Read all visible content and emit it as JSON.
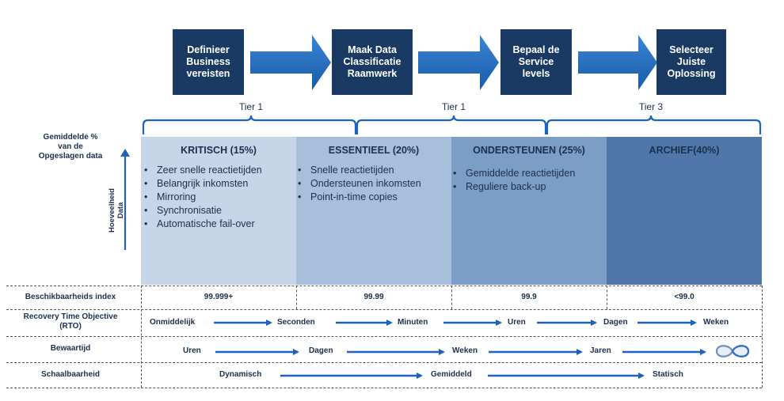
{
  "steps": [
    {
      "label": "Definieer\nBusiness\nvereisten"
    },
    {
      "label": "Maak Data\nClassificatie\nRaamwerk"
    },
    {
      "label": "Bepaal de\nService\nlevels"
    },
    {
      "label": "Selecteer\nJuiste\nOplossing"
    }
  ],
  "tiers": [
    "Tier 1",
    "Tier 1",
    "Tier 3"
  ],
  "axis": {
    "top_label": "Gemiddelde %\nvan de\nOpgeslagen data",
    "vertical_label": "Hoeveelheid\nData"
  },
  "columns": [
    {
      "title": "KRITISCH (15%)",
      "bullets": [
        "Zeer snelle reactietijden",
        "Belangrijk inkomsten",
        "Mirroring",
        "Synchronisatie",
        "Automatische fail-over"
      ],
      "color": "#c6d6e8"
    },
    {
      "title": "ESSENTIEEL (20%)",
      "bullets": [
        "Snelle reactietijden",
        "Ondersteunen inkomsten",
        "Point-in-time copies"
      ],
      "color": "#a7bfda"
    },
    {
      "title": "ONDERSTEUNEN (25%)",
      "bullets": [
        "Gemiddelde reactietijden",
        "Reguliere back-up"
      ],
      "color": "#7c9dc6"
    },
    {
      "title": "ARCHIEF(40%)",
      "bullets": [],
      "color": "#4f77aa"
    }
  ],
  "rows": {
    "availability": {
      "label": "Beschikbaarheids index",
      "values": [
        "99.999+",
        "99.99",
        "99.9",
        "<99.0"
      ]
    },
    "rto": {
      "label": "Recovery Time Objective\n(RTO)",
      "values": [
        "Onmiddelijk",
        "Seconden",
        "Minuten",
        "Uren",
        "Dagen",
        "Weken"
      ]
    },
    "retention": {
      "label": "Bewaartijd",
      "values": [
        "Uren",
        "Dagen",
        "Weken",
        "Jaren"
      ],
      "end_icon": "infinity-icon"
    },
    "scalability": {
      "label": "Schaalbaarheid",
      "values": [
        "Dynamisch",
        "Gemiddeld",
        "Statisch"
      ]
    }
  },
  "colors": {
    "dark_navy": "#1b3a63",
    "arrow_blue": "#1d63b8",
    "text": "#1c2f4d"
  }
}
